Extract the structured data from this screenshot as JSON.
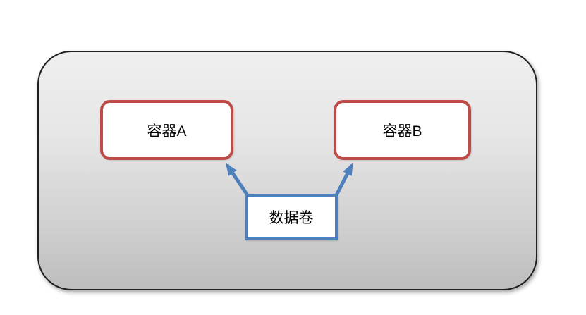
{
  "diagram": {
    "type": "docker-data-volume-diagram",
    "nodes": {
      "container_a": {
        "label": "容器A",
        "shape": "rounded-rect",
        "border_color": "#be4b48",
        "fill": "#ffffff"
      },
      "container_b": {
        "label": "容器B",
        "shape": "rounded-rect",
        "border_color": "#be4b48",
        "fill": "#ffffff"
      },
      "data_volume": {
        "label": "数据卷",
        "shape": "rect",
        "border_color": "#4e80bc",
        "fill": "#ffffff"
      }
    },
    "edges": [
      {
        "from": "data_volume",
        "to": "container_a",
        "style": "arrow",
        "color": "#4e80bc"
      },
      {
        "from": "data_volume",
        "to": "container_b",
        "style": "arrow",
        "color": "#4e80bc"
      }
    ],
    "host_container": {
      "shape": "rounded-rect",
      "border_color": "#1f1f1f",
      "fill_top": "#efefef",
      "fill_bottom": "#bdbdbd"
    },
    "colors": {
      "background": "#ffffff",
      "text": "#000000",
      "container_border": "#be4b48",
      "volume_border": "#4e80bc",
      "arrow": "#4e80bc"
    }
  }
}
